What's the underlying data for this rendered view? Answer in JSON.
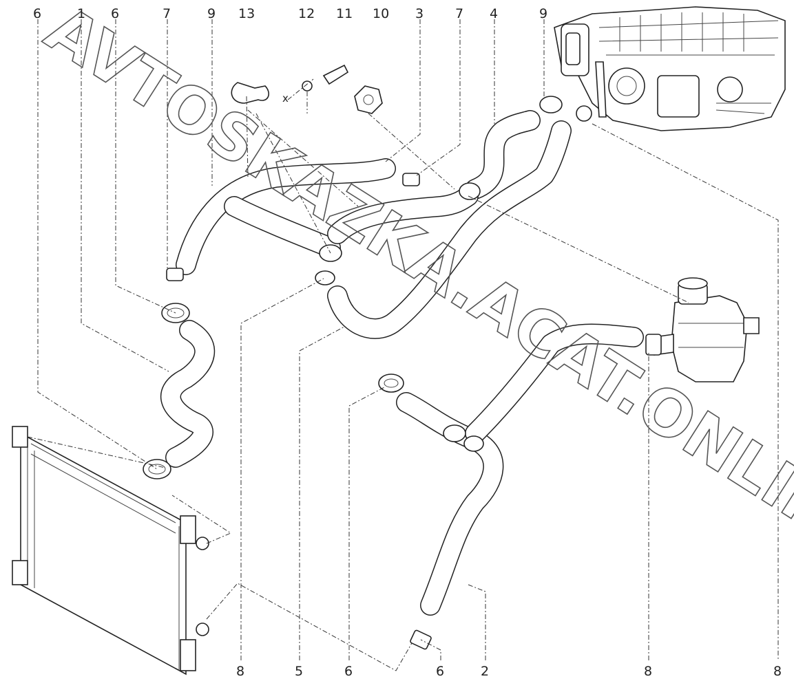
{
  "callouts_top": [
    {
      "id": "c-6a",
      "text": "6"
    },
    {
      "id": "c-1",
      "text": "1"
    },
    {
      "id": "c-6b",
      "text": "6"
    },
    {
      "id": "c-7a",
      "text": "7"
    },
    {
      "id": "c-9a",
      "text": "9"
    },
    {
      "id": "c-13",
      "text": "13"
    },
    {
      "id": "c-12",
      "text": "12"
    },
    {
      "id": "c-11",
      "text": "11"
    },
    {
      "id": "c-10",
      "text": "10"
    },
    {
      "id": "c-3",
      "text": "3"
    },
    {
      "id": "c-7b",
      "text": "7"
    },
    {
      "id": "c-4",
      "text": "4"
    },
    {
      "id": "c-9b",
      "text": "9"
    }
  ],
  "callouts_bottom": [
    {
      "id": "c-8a",
      "text": "8"
    },
    {
      "id": "c-5",
      "text": "5"
    },
    {
      "id": "c-6c",
      "text": "6"
    },
    {
      "id": "c-6d",
      "text": "6"
    },
    {
      "id": "c-2",
      "text": "2"
    },
    {
      "id": "c-8b",
      "text": "8"
    },
    {
      "id": "c-8c",
      "text": "8"
    }
  ],
  "marker_x": "x",
  "watermark": "AVTOSKAZKA.ACAT.ONLINE"
}
